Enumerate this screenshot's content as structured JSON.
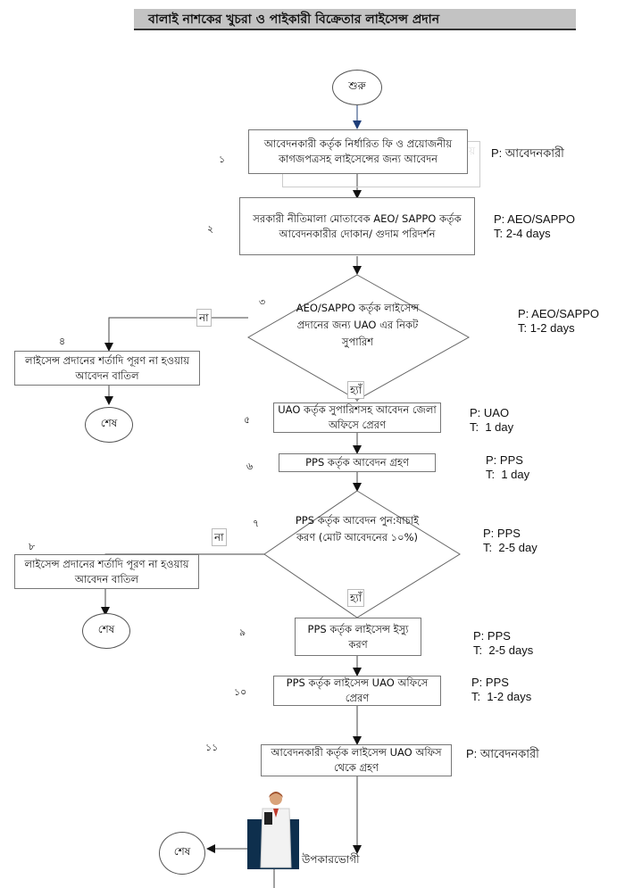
{
  "title": "বালাই নাশকের খুচরা ও পাইকারী বিক্রেতার লাইসেন্স প্রদান",
  "start": "শুরু",
  "end": "শেষ",
  "yes": "হ্যাঁ",
  "no": "না",
  "steps": [
    {
      "num": "১",
      "text": "আবেদনকারী কর্তৃক নির্ধারিত ফি ও প্রয়োজনীয় কাগজপত্রসহ লাইসেন্সের জন্য আবেদন",
      "meta": "P: আবেদনকারী"
    },
    {
      "num": "২",
      "text": "সরকারী নীতিমালা মোতাবেক AEO/ SAPPO কর্তৃক আবেদনকারীর দোকান/ গুদাম পরিদর্শন",
      "meta": "P: AEO/SAPPO\nT: 2-4 days"
    },
    {
      "num": "৩",
      "text": "AEO/SAPPO কর্তৃক লাইসেন্স প্রদানের জন্য UAO এর নিকট সুপারিশ",
      "meta": "P: AEO/SAPPO\nT: 1-2 days"
    },
    {
      "num": "৪",
      "text": "লাইসেন্স প্রদানের শর্তাদি পূরণ না হওয়ায়  আবেদন বাতিল",
      "meta": ""
    },
    {
      "num": "৫",
      "text": "UAO কর্তৃক সুপারিশসহ আবেদন জেলা অফিসে প্রেরণ",
      "meta": "P: UAO\nT:  1 day"
    },
    {
      "num": "৬",
      "text": "PPS কর্তৃক আবেদন গ্রহণ",
      "meta": "P: PPS\nT:  1 day"
    },
    {
      "num": "৭",
      "text": "PPS কর্তৃক আবেদন পুন:যাচাই করণ (মোট আবেদনের ১০%)",
      "meta": "P: PPS\nT:  2-5 day"
    },
    {
      "num": "৮",
      "text": "লাইসেন্স প্রদানের শর্তাদি পূরণ না হওয়ায়  আবেদন বাতিল",
      "meta": ""
    },
    {
      "num": "৯",
      "text": "PPS কর্তৃক লাইসেন্স ইস্যু করণ",
      "meta": "P: PPS\nT:  2-5 days"
    },
    {
      "num": "১০",
      "text": "PPS কর্তৃক লাইসেন্স UAO অফিসে প্রেরণ",
      "meta": "P: PPS\nT:  1-2 days"
    },
    {
      "num": "১১",
      "text": "আবেদনকারী কর্তৃক লাইসেন্স UAO অফিস থেকে গ্রহণ",
      "meta": "P: আবেদনকারী"
    }
  ],
  "beneficiary": "উপকারভোগী"
}
